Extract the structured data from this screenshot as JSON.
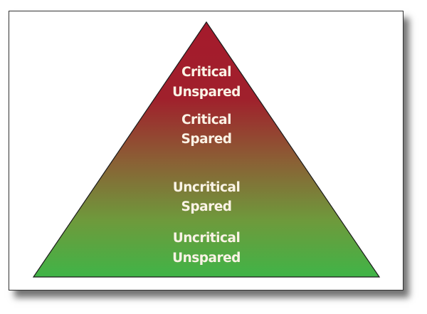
{
  "diagram": {
    "type": "pyramid",
    "levels": [
      {
        "line1": "Critical",
        "line2": "Unspared"
      },
      {
        "line1": "Critical",
        "line2": "Spared"
      },
      {
        "line1": "Uncritical",
        "line2": "Spared"
      },
      {
        "line1": "Uncritical",
        "line2": "Unspared"
      }
    ],
    "colors": {
      "top": "#a01a2b",
      "middle": "#8a6135",
      "bottom": "#45b649"
    }
  }
}
